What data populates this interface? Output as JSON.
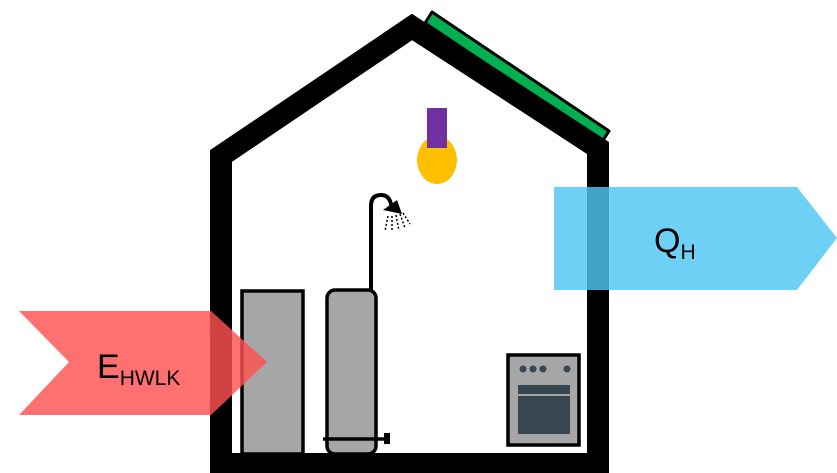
{
  "labels": {
    "energy_input": {
      "main": "E",
      "sub": "HWLK"
    },
    "heat_output": {
      "main": "Q",
      "sub": "H"
    }
  },
  "colors": {
    "house_outline": "#000000",
    "solar_panel": "#00b050",
    "bulb_base": "#7030a0",
    "bulb_glass": "#ffc000",
    "energy_arrow": "#ff5050",
    "heat_arrow": "#4ec6f2",
    "appliance_fill": "#a6a6a6",
    "oven_window": "#37474f"
  },
  "icons": [
    "solar-panel-icon",
    "light-bulb-icon",
    "shower-icon",
    "boiler-icon",
    "water-tank-icon",
    "stove-icon"
  ]
}
